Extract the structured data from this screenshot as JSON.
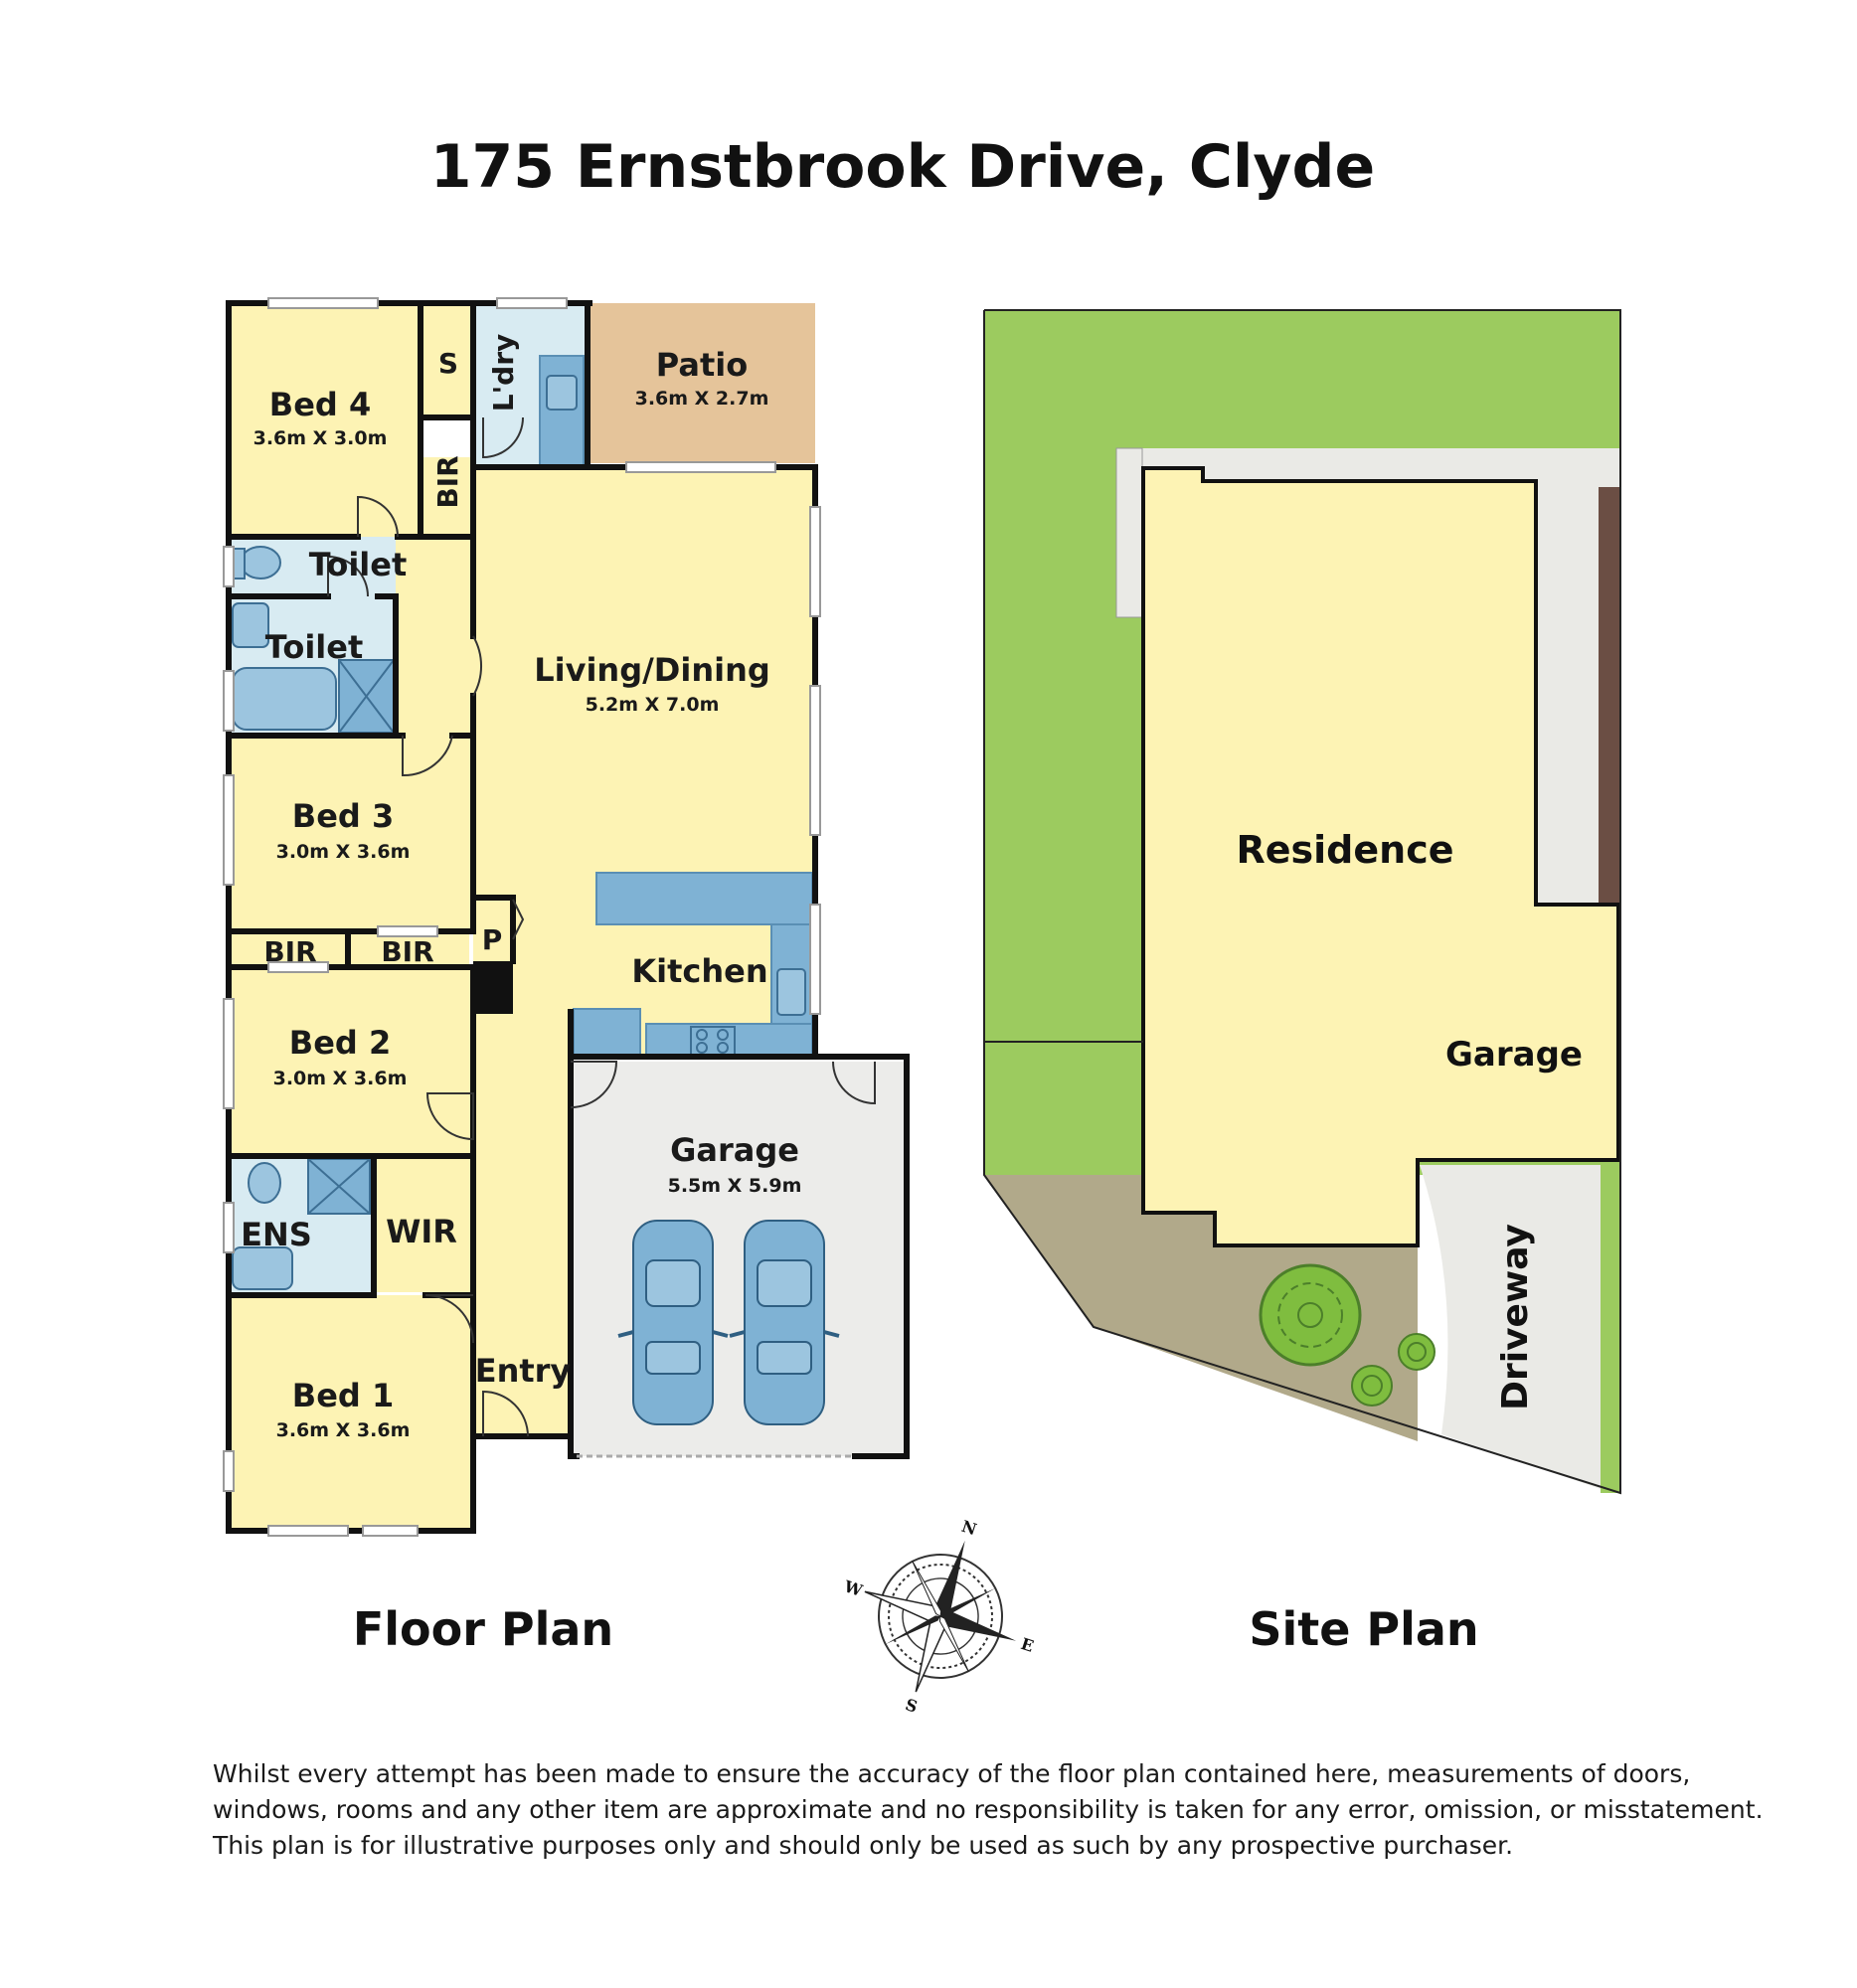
{
  "title": "175 Ernstbrook Drive, Clyde",
  "floor_plan": {
    "caption": "Floor Plan",
    "rooms": {
      "bed4": {
        "label": "Bed 4",
        "dim": "3.6m X 3.0m"
      },
      "store": {
        "label": "S"
      },
      "laundry": {
        "label": "L'dry"
      },
      "patio": {
        "label": "Patio",
        "dim": "3.6m X 2.7m"
      },
      "bir_top": {
        "label": "BIR"
      },
      "toilet1": {
        "label": "Toilet"
      },
      "toilet2": {
        "label": "Toilet"
      },
      "living": {
        "label": "Living/Dining",
        "dim": "5.2m X 7.0m"
      },
      "bed3": {
        "label": "Bed 3",
        "dim": "3.0m X 3.6m"
      },
      "bir_left": {
        "label": "BIR"
      },
      "bir_right": {
        "label": "BIR"
      },
      "pantry": {
        "label": "P"
      },
      "kitchen": {
        "label": "Kitchen"
      },
      "bed2": {
        "label": "Bed 2",
        "dim": "3.0m X 3.6m"
      },
      "garage": {
        "label": "Garage",
        "dim": "5.5m X 5.9m"
      },
      "ens": {
        "label": "ENS"
      },
      "wir": {
        "label": "WIR"
      },
      "entry": {
        "label": "Entry"
      },
      "bed1": {
        "label": "Bed 1",
        "dim": "3.6m X 3.6m"
      }
    }
  },
  "site_plan": {
    "caption": "Site Plan",
    "residence": "Residence",
    "garage": "Garage",
    "driveway": "Driveway"
  },
  "compass": {
    "n": "N",
    "e": "E",
    "s": "S",
    "w": "W"
  },
  "disclaimer": [
    "Whilst every attempt has been made to ensure the accuracy of the floor plan contained here, measurements of doors,",
    "windows, rooms and any other item are approximate and no responsibility is taken for any error, omission, or misstatement.",
    "This plan is for illustrative purposes only and should only be used as such by any prospective purchaser."
  ],
  "colors": {
    "room_fill": "#fdf3b4",
    "wet_fill": "#d8ebf2",
    "fixture": "#7fb2d4",
    "patio": "#e5c49a",
    "garage_floor": "#ececea",
    "lawn": "#9ccb5f",
    "paving": "#eaeae6",
    "garden_bed": "#b1a98a",
    "fence": "#6b4e44",
    "wall": "#111111"
  }
}
